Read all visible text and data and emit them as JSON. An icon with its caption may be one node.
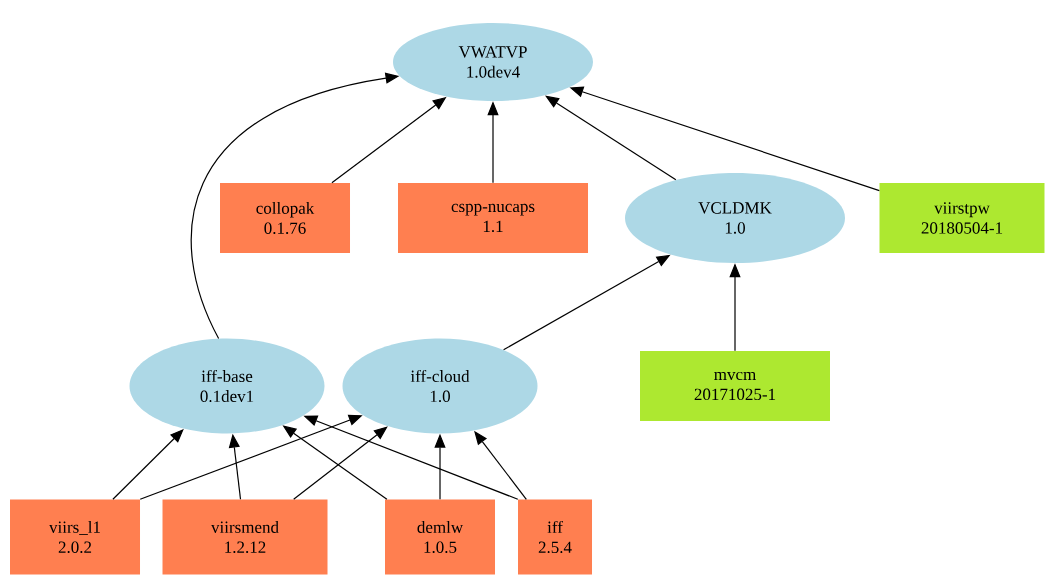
{
  "diagram": {
    "nodes": [
      {
        "text": [
          "VWATVP",
          "1.0dev4"
        ]
      },
      {
        "text": [
          "collopak",
          "0.1.76"
        ]
      },
      {
        "text": [
          "cspp-nucaps",
          "1.1"
        ]
      },
      {
        "text": [
          "VCLDMK",
          "1.0"
        ]
      },
      {
        "text": [
          "viirstpw",
          "20180504-1"
        ]
      },
      {
        "text": [
          "iff-base",
          "0.1dev1"
        ]
      },
      {
        "text": [
          "iff-cloud",
          "1.0"
        ]
      },
      {
        "text": [
          "mvcm",
          "20171025-1"
        ]
      },
      {
        "text": [
          "viirs_l1",
          "2.0.2"
        ]
      },
      {
        "text": [
          "viirsmend",
          "1.2.12"
        ]
      },
      {
        "text": [
          "demlw",
          "1.0.5"
        ]
      },
      {
        "text": [
          "iff",
          "2.5.4"
        ]
      }
    ],
    "edges": [
      {
        "from": 1,
        "to": 0,
        "arrow": "to"
      },
      {
        "from": 2,
        "to": 0,
        "arrow": "to"
      },
      {
        "from": 3,
        "to": 0,
        "arrow": "to"
      },
      {
        "from": 4,
        "to": 0,
        "arrow": "to"
      },
      {
        "from": 5,
        "to": 0,
        "arrow": "to"
      },
      {
        "from": 6,
        "to": 3,
        "arrow": "to"
      },
      {
        "from": 7,
        "to": 3,
        "arrow": "to"
      },
      {
        "from": 8,
        "to": 5,
        "arrow": "to"
      },
      {
        "from": 8,
        "to": 6,
        "arrow": "to"
      },
      {
        "from": 9,
        "to": 5,
        "arrow": "to"
      },
      {
        "from": 9,
        "to": 6,
        "arrow": "to"
      },
      {
        "from": 10,
        "to": 5,
        "arrow": "to"
      },
      {
        "from": 10,
        "to": 6,
        "arrow": "to"
      },
      {
        "from": 11,
        "to": 5,
        "arrow": "to"
      },
      {
        "from": 11,
        "to": 6,
        "arrow": "to"
      }
    ]
  }
}
